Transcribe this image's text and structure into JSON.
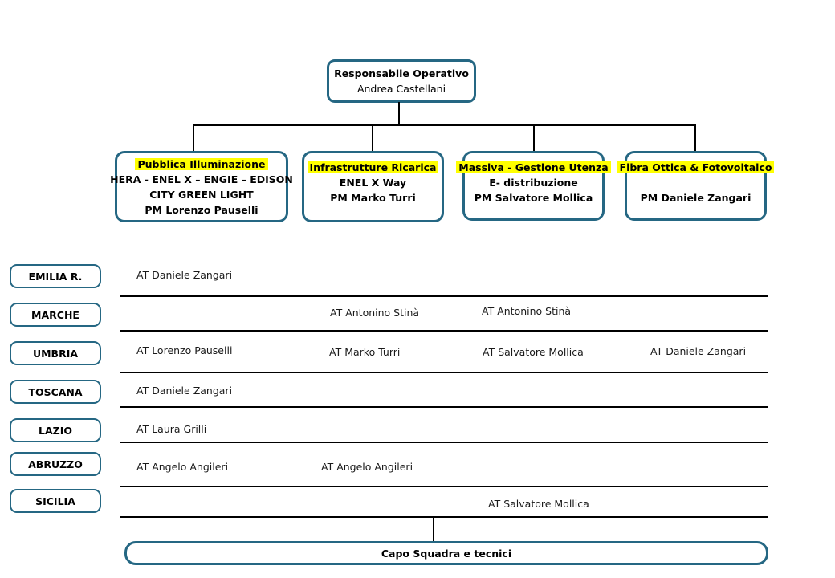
{
  "chart": {
    "root": {
      "title": "Responsabile Operativo",
      "person": "Andrea Castellani"
    },
    "depts": [
      {
        "title": "Pubblica Illuminazione",
        "lines": [
          "HERA - ENEL X – ENGIE – EDISON",
          "CITY GREEN LIGHT",
          "PM Lorenzo Pauselli"
        ]
      },
      {
        "title": "Infrastrutture Ricarica",
        "lines": [
          "ENEL X Way",
          "PM Marko Turri"
        ]
      },
      {
        "title": "Massiva - Gestione Utenza",
        "lines": [
          "E- distribuzione",
          "PM Salvatore Mollica"
        ]
      },
      {
        "title": "Fibra Ottica & Fotovoltaico",
        "lines": [
          "",
          "PM Daniele Zangari"
        ]
      }
    ],
    "regions": [
      {
        "label": "EMILIA R."
      },
      {
        "label": "MARCHE"
      },
      {
        "label": "UMBRIA"
      },
      {
        "label": "TOSCANA"
      },
      {
        "label": "LAZIO"
      },
      {
        "label": "ABRUZZO"
      },
      {
        "label": "SICILIA"
      }
    ],
    "assignments": [
      {
        "region": "EMILIA R.",
        "text": "AT Daniele Zangari"
      },
      {
        "region": "MARCHE",
        "text": "AT Antonino Stinà"
      },
      {
        "region": "MARCHE",
        "text": "AT Antonino Stinà"
      },
      {
        "region": "UMBRIA",
        "text": "AT Lorenzo Pauselli"
      },
      {
        "region": "UMBRIA",
        "text": "AT Marko Turri"
      },
      {
        "region": "UMBRIA",
        "text": "AT Salvatore Mollica"
      },
      {
        "region": "UMBRIA",
        "text": "AT Daniele Zangari"
      },
      {
        "region": "TOSCANA",
        "text": "AT Daniele Zangari"
      },
      {
        "region": "LAZIO",
        "text": "AT Laura Grilli"
      },
      {
        "region": "ABRUZZO",
        "text": "AT Angelo Angileri"
      },
      {
        "region": "ABRUZZO",
        "text": "AT Angelo Angileri"
      },
      {
        "region": "SICILIA",
        "text": "AT Salvatore Mollica"
      }
    ],
    "footer": {
      "label": "Capo Squadra e tecnici"
    },
    "colors": {
      "accent": "#256783",
      "highlight": "#FFFF00",
      "line": "#000000"
    }
  }
}
